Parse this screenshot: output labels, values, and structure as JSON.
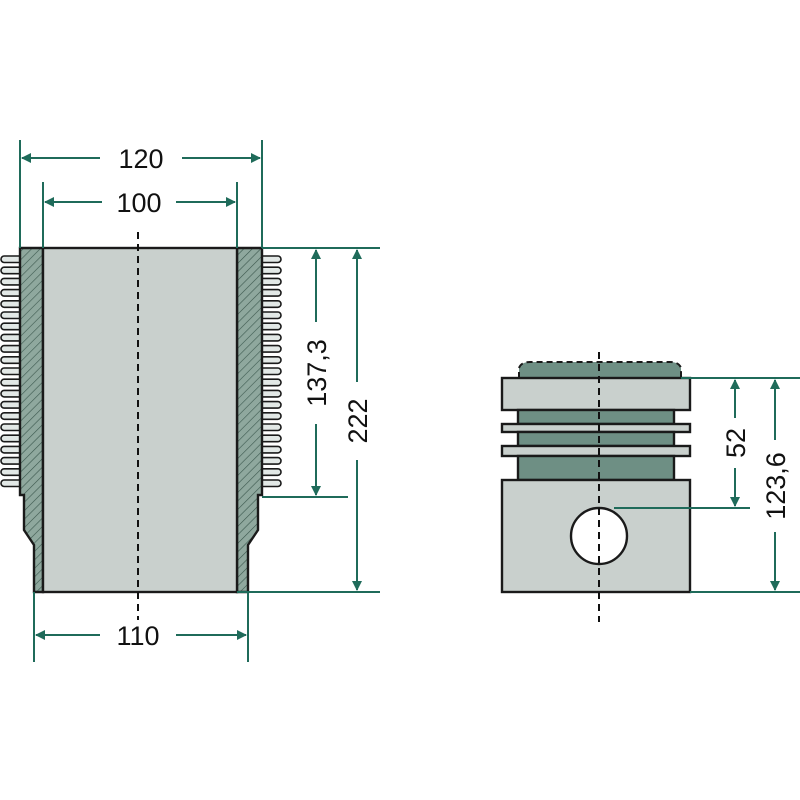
{
  "colors": {
    "dimension": "#1f6b5a",
    "body_fill": "#c9d0cd",
    "wall_fill": "#8fa89e",
    "ring_fill": "#6e8f84",
    "outline": "#1a1a1a",
    "background": "#ffffff"
  },
  "cylinder_liner": {
    "dim_outer_diameter": "120",
    "dim_bore": "100",
    "dim_collar_diameter": "110",
    "dim_finned_length": "137,3",
    "dim_total_length": "222"
  },
  "piston": {
    "dim_compression_height": "52",
    "dim_total_height": "123,6"
  }
}
